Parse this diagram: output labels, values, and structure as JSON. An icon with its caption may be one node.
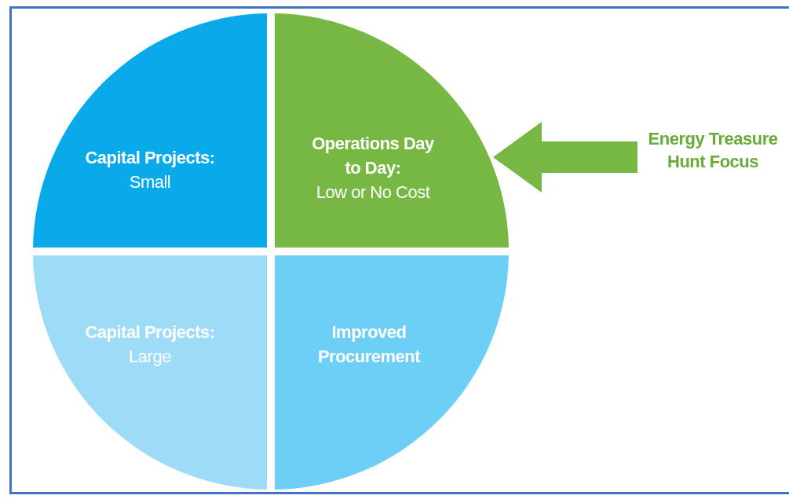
{
  "diagram": {
    "nodes": [
      {
        "text": [
          "Capital Projects:",
          "Small"
        ]
      },
      {
        "text": [
          "Operations Day to Day:",
          "Low or No Cost"
        ]
      },
      {
        "text": [
          "Energy Treasure Hunt Focus"
        ]
      },
      {
        "text": [
          "Capital Projects:",
          "Large"
        ]
      },
      {
        "text": [
          "Improved Procurement"
        ]
      }
    ],
    "edges": [
      {
        "from": 2,
        "to": 1,
        "arrow": "to"
      }
    ]
  }
}
